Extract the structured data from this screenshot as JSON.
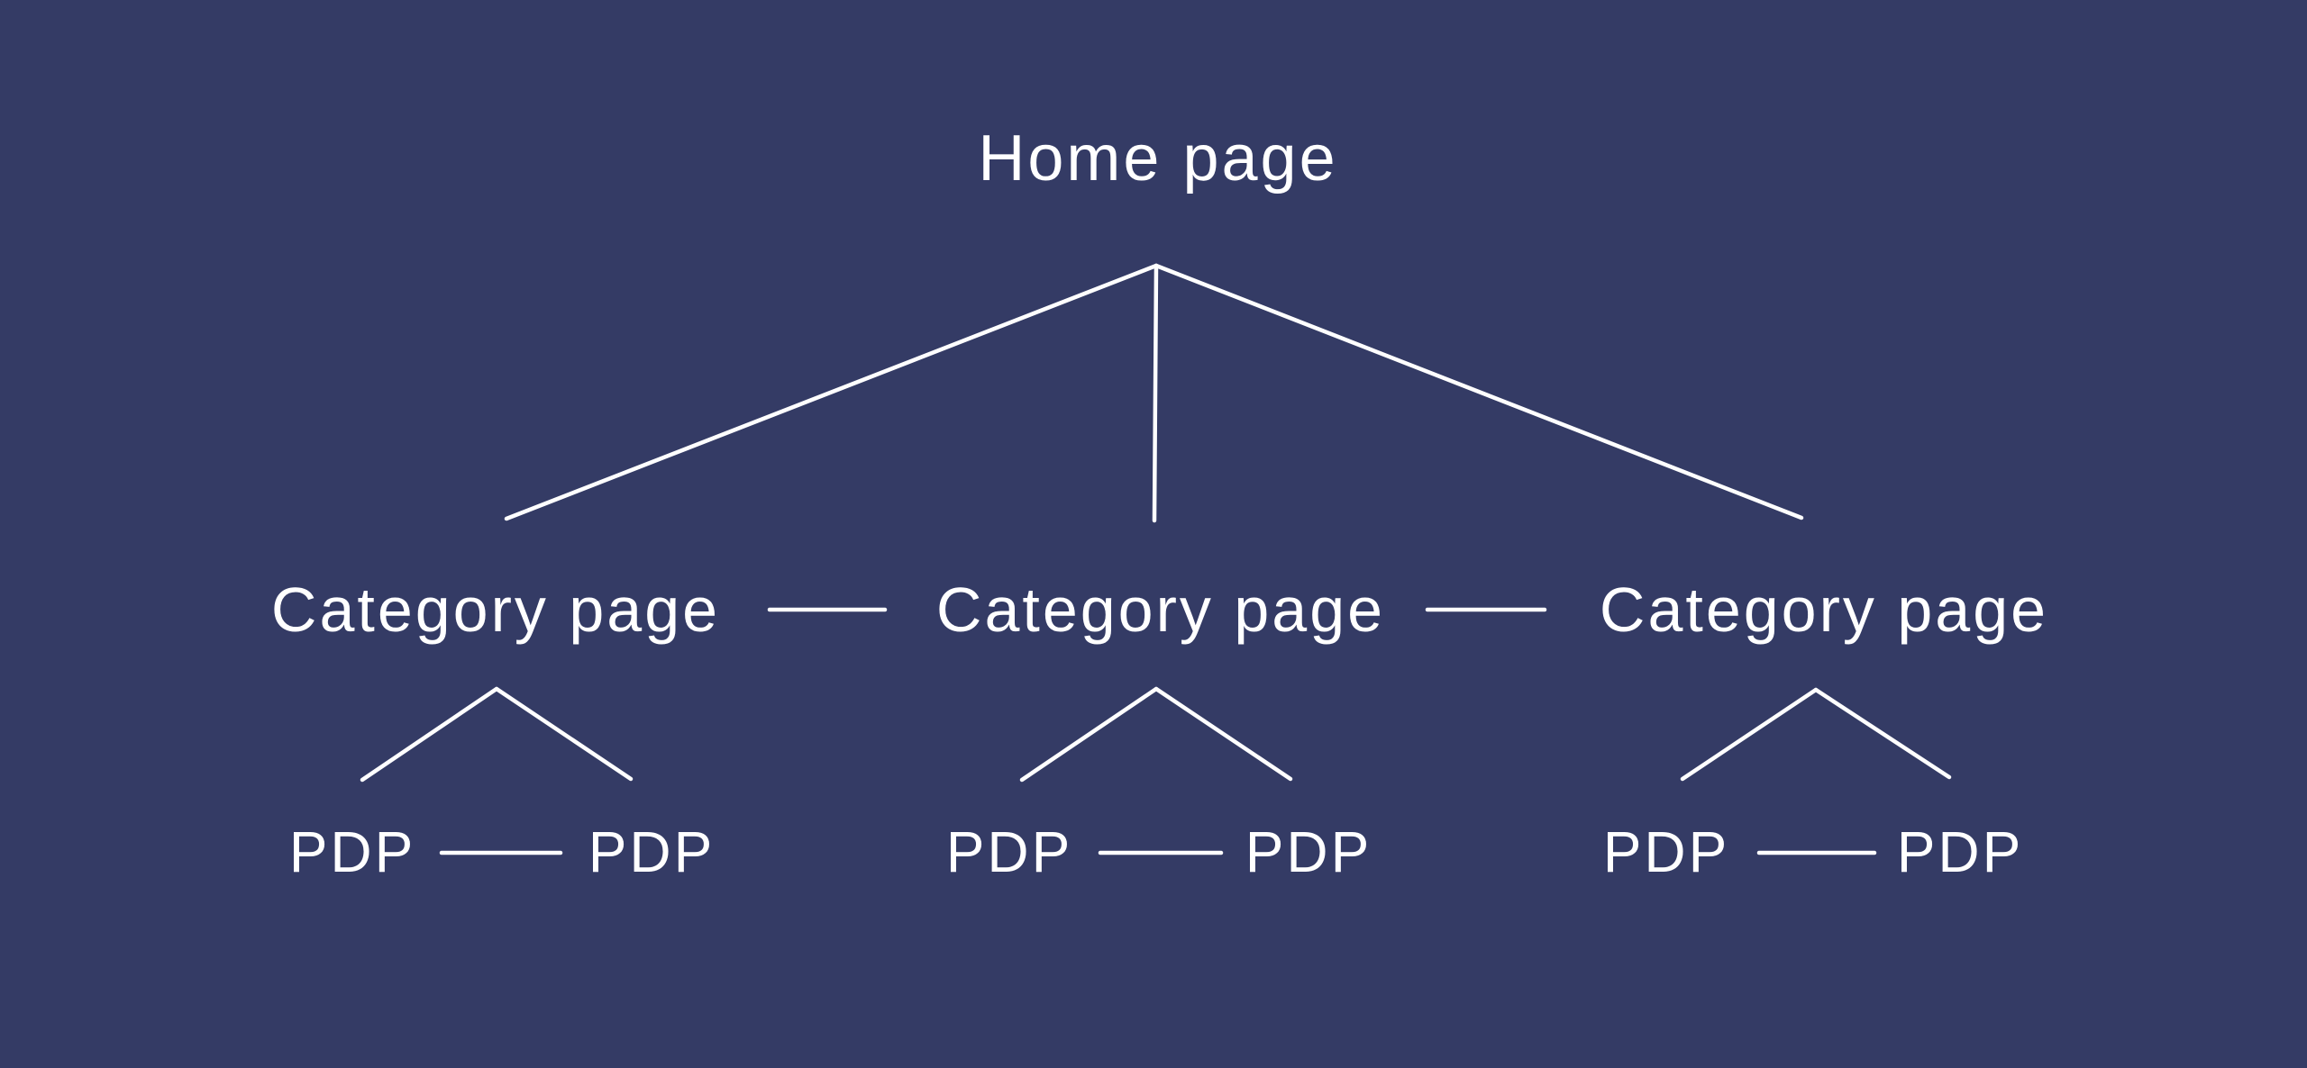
{
  "diagram": {
    "type": "sitemap-tree",
    "description": "Website structure tree: home page linking to three category pages, each linking to two product detail pages (PDP). Sibling pages are cross-linked with horizontal connectors.",
    "background_color": "#343B65",
    "line_color": "#FFFFFF",
    "text_color": "#FFFFFF",
    "root": {
      "label": "Home page"
    },
    "categories": [
      {
        "label": "Category page",
        "children": [
          {
            "label": "PDP"
          },
          {
            "label": "PDP"
          }
        ]
      },
      {
        "label": "Category page",
        "children": [
          {
            "label": "PDP"
          },
          {
            "label": "PDP"
          }
        ]
      },
      {
        "label": "Category page",
        "children": [
          {
            "label": "PDP"
          },
          {
            "label": "PDP"
          }
        ]
      }
    ]
  }
}
